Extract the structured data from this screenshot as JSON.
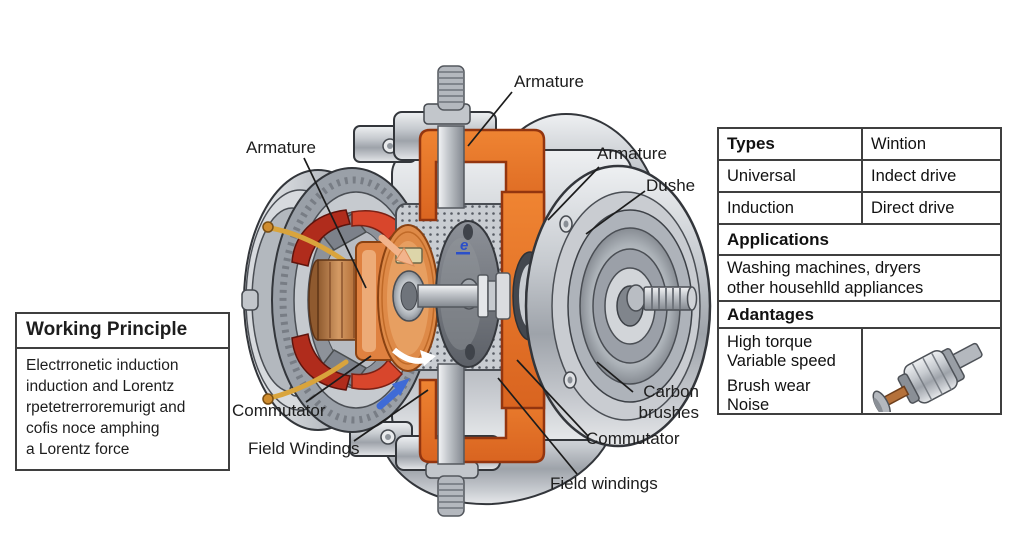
{
  "diagram_labels": {
    "armature_top": "Armature",
    "armature_left": "Armature",
    "armature_right": "Armature",
    "dushe": "Dushe",
    "carbon_brushes_line1": "Carbon",
    "carbon_brushes_line2": "brushes",
    "commutator_right": "Commutator",
    "field_windings_bottom": "Field windings",
    "commutator_left": "Commutator",
    "field_windings_left": "Field Windings"
  },
  "working_principle_box": {
    "title": "Working Principle",
    "line1": "Electrronetic induction",
    "line2": "induction and Lorentz",
    "line3": "rpetetrerroremurigt and",
    "line4": "cofis noce amphing",
    "line5": "a Lorentz force"
  },
  "info_table": {
    "types_header": "Types",
    "types_header_value": "Wintion",
    "rows": [
      {
        "name": "Universal",
        "value": "Indect drive"
      },
      {
        "name": "Induction",
        "value": "Direct drive"
      }
    ],
    "applications_header": "Applications",
    "applications_line1": "Washing machines, dryers",
    "applications_line2": "other househlld appliances",
    "advantages_header": "Adantages",
    "advantages": [
      "High torque",
      "Variable speed",
      "Brush wear",
      "Noise"
    ],
    "thumbnail_icon": "small-motor-icon"
  },
  "colors": {
    "housing_metal": "#c6cacf",
    "cut_section_orange": "#e2702a",
    "copper": "#b5713a",
    "winding_red": "#c43322",
    "wire_yellow": "#d9a43c",
    "arrow_blue": "#3f6bd6",
    "leader_line": "#1c1c1c",
    "box_border": "#3f3f3f"
  }
}
